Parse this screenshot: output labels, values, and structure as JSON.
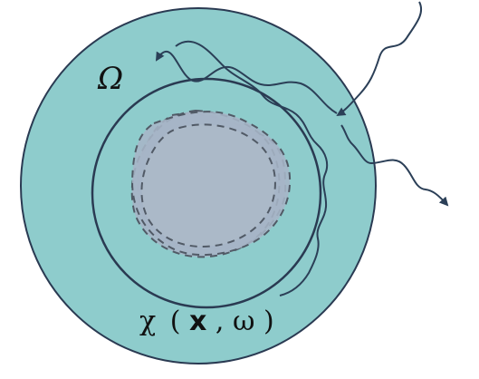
{
  "diagram": {
    "region_label": "Ω",
    "field_label": {
      "chi": "χ",
      "open_paren": "(",
      "x": "x",
      "comma": ",",
      "omega": "ω",
      "close_paren": ")"
    },
    "colors": {
      "outer_disk": "#8ecccc",
      "inner_disk": "#8ecccc",
      "ring_stroke": "#2a3a52",
      "scatterer_fill": "#a7b4c6",
      "scatterer_stroke": "#4f5662",
      "wave_stroke": "#2b3f57"
    }
  }
}
